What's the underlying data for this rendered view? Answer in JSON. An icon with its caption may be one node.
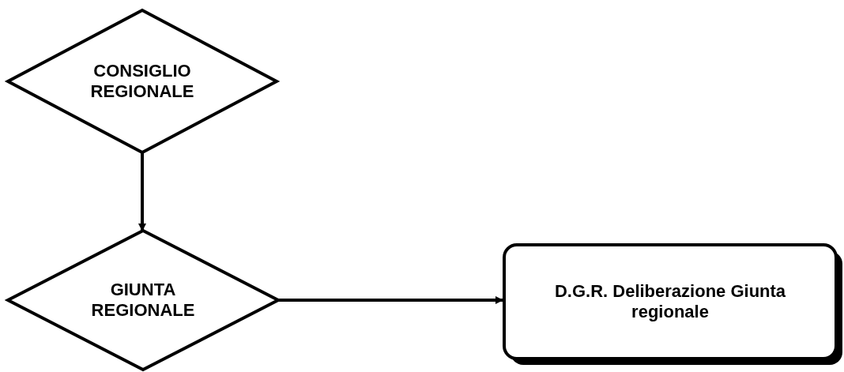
{
  "diagram": {
    "nodes": [
      {
        "text": [
          "CONSIGLIO REGIONALE"
        ]
      },
      {
        "text": [
          "GIUNTA REGIONALE"
        ]
      },
      {
        "text": [
          "D.G.R. Deliberazione Giunta regionale"
        ]
      }
    ],
    "edges": [
      {
        "from": 0,
        "to": 1,
        "arrow": "to"
      },
      {
        "from": 1,
        "to": 2,
        "arrow": "to"
      }
    ]
  }
}
